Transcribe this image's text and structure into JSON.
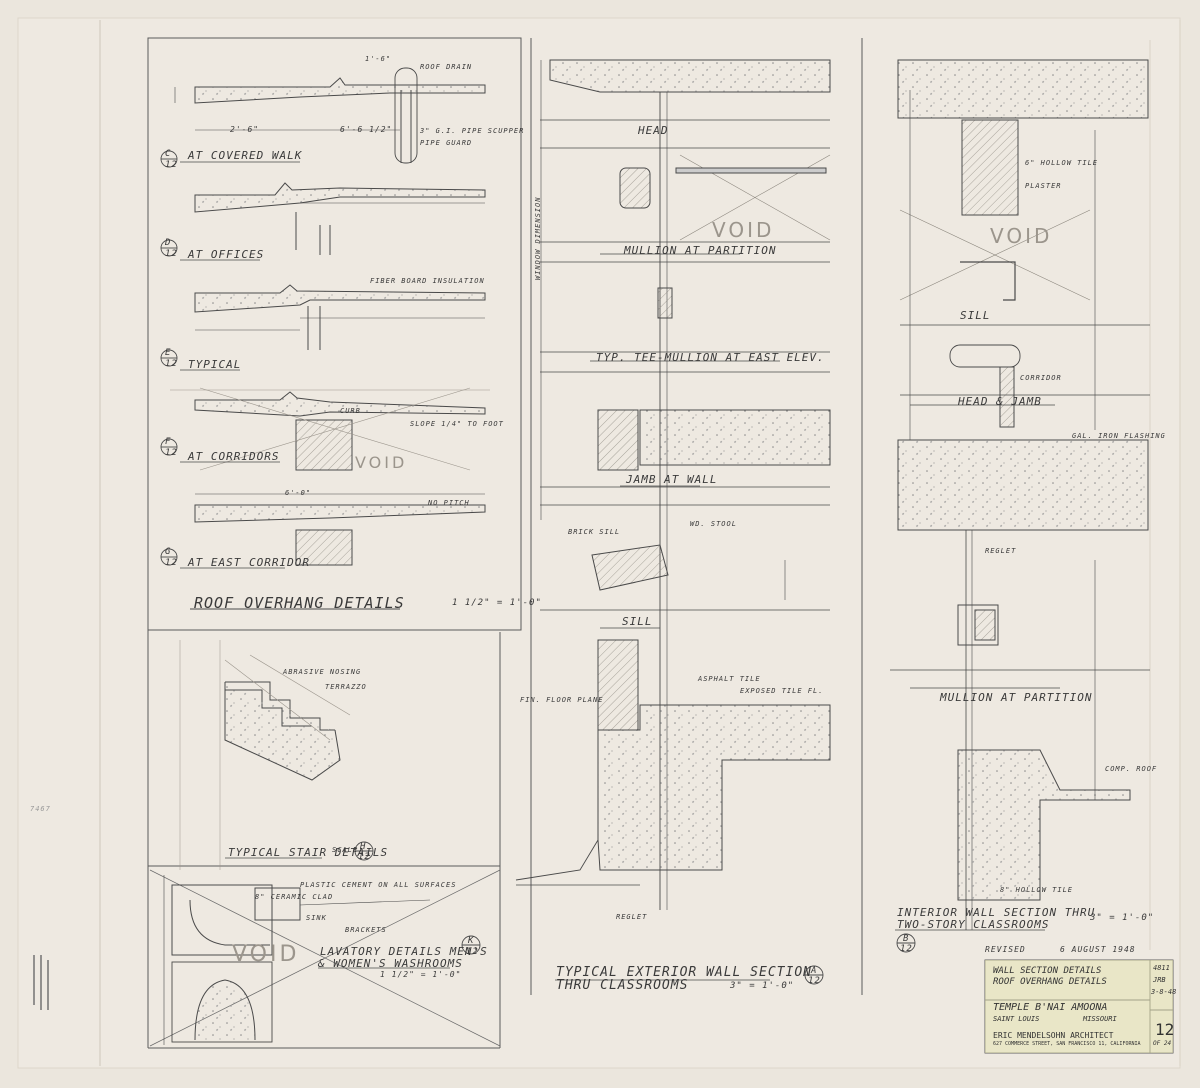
{
  "sheet": {
    "left_margin_text": "",
    "side_number": "7467"
  },
  "roof_overhang": {
    "details": [
      {
        "label": "AT COVERED WALK",
        "tag": "C",
        "sheet": "12"
      },
      {
        "label": "AT OFFICES",
        "tag": "D",
        "sheet": "12"
      },
      {
        "label": "TYPICAL",
        "tag": "E",
        "sheet": "12"
      },
      {
        "label": "AT CORRIDORS",
        "tag": "F",
        "sheet": "12"
      },
      {
        "label": "AT EAST CORRIDOR",
        "tag": "G",
        "sheet": "12"
      }
    ],
    "notes": [
      "ROOF DRAIN",
      "3\" G.I. PIPE SCUPPER",
      "PIPE GUARD",
      "2'-6\"",
      "6'-6 1/2\"",
      "1'-6\"",
      "SLOPE 1/4\" TO FOOT",
      "6'-0\"",
      "NO PITCH",
      "CURB",
      "FIBER BOARD INSULATION",
      "VOID"
    ],
    "title": "ROOF OVERHANG DETAILS",
    "scale": "1 1/2\" = 1'-0\""
  },
  "stair": {
    "title": "TYPICAL STAIR DETAILS",
    "scale_label": "SCALE",
    "tag": "H",
    "sheet": "12",
    "notes": [
      "ABRASIVE NOSING",
      "TERRAZZO"
    ]
  },
  "lavatory": {
    "title_line1": "LAVATORY DETAILS MEN'S",
    "title_line2": "& WOMEN'S WASHROOMS",
    "scale": "1 1/2\" = 1'-0\"",
    "tag": "K",
    "sheet": "12",
    "void": "VOID",
    "notes": [
      "8\" CERAMIC CLAD",
      "PLASTIC CEMENT ON ALL SURFACES",
      "SINK",
      "BRACKETS"
    ]
  },
  "exterior_wall": {
    "labels": [
      "HEAD",
      "MULLION AT PARTITION",
      "TYP. TEE-MULLION AT EAST ELEV.",
      "JAMB AT WALL",
      "SILL"
    ],
    "title_line1": "TYPICAL EXTERIOR WALL SECTION",
    "title_line2": "THRU CLASSROOMS",
    "scale": "3\" = 1'-0\"",
    "tag": "A",
    "sheet": "12",
    "void": "VOID",
    "notes": [
      "WINDOW DIMENSION",
      "BRICK SILL",
      "WD. STOOL",
      "FIN. FLOOR PLANE",
      "EXPOSED TILE FL.",
      "REGLET",
      "ASPHALT TILE"
    ]
  },
  "interior_wall": {
    "labels": [
      "SILL",
      "HEAD & JAMB",
      "MULLION AT PARTITION"
    ],
    "notes": [
      "6\" HOLLOW TILE",
      "PLASTER",
      "CORRIDOR",
      "REGLET",
      "COMP. ROOF",
      "8\" HOLLOW TILE",
      "GAL. IRON FLASHING"
    ],
    "title_line1": "INTERIOR WALL SECTION THRU",
    "title_line2": "TWO-STORY CLASSROOMS",
    "scale": "3\" = 1'-0\"",
    "tag": "B",
    "sheet": "12",
    "void": "VOID"
  },
  "title_block": {
    "revised_label": "REVISED",
    "revised_date": "6 AUGUST 1948",
    "title1": "WALL SECTION DETAILS",
    "title2": "ROOF OVERHANG DETAILS",
    "project": "TEMPLE B'NAI AMOONA",
    "city": "SAINT LOUIS",
    "state": "MISSOURI",
    "architect": "ERIC MENDELSOHN     ARCHITECT",
    "address": "627 COMMERCE STREET, SAN FRANCISCO 11, CALIFORNIA",
    "job_no": "4811",
    "drawn": "JRB",
    "date": "3-8-48",
    "sheet_no": "12",
    "sheet_of": "OF 24"
  },
  "colors": {
    "paper": "#ebe6dd",
    "line": "#4a4a4a",
    "faint": "#9b958c",
    "title_block_tint": "#e6e3b3"
  }
}
